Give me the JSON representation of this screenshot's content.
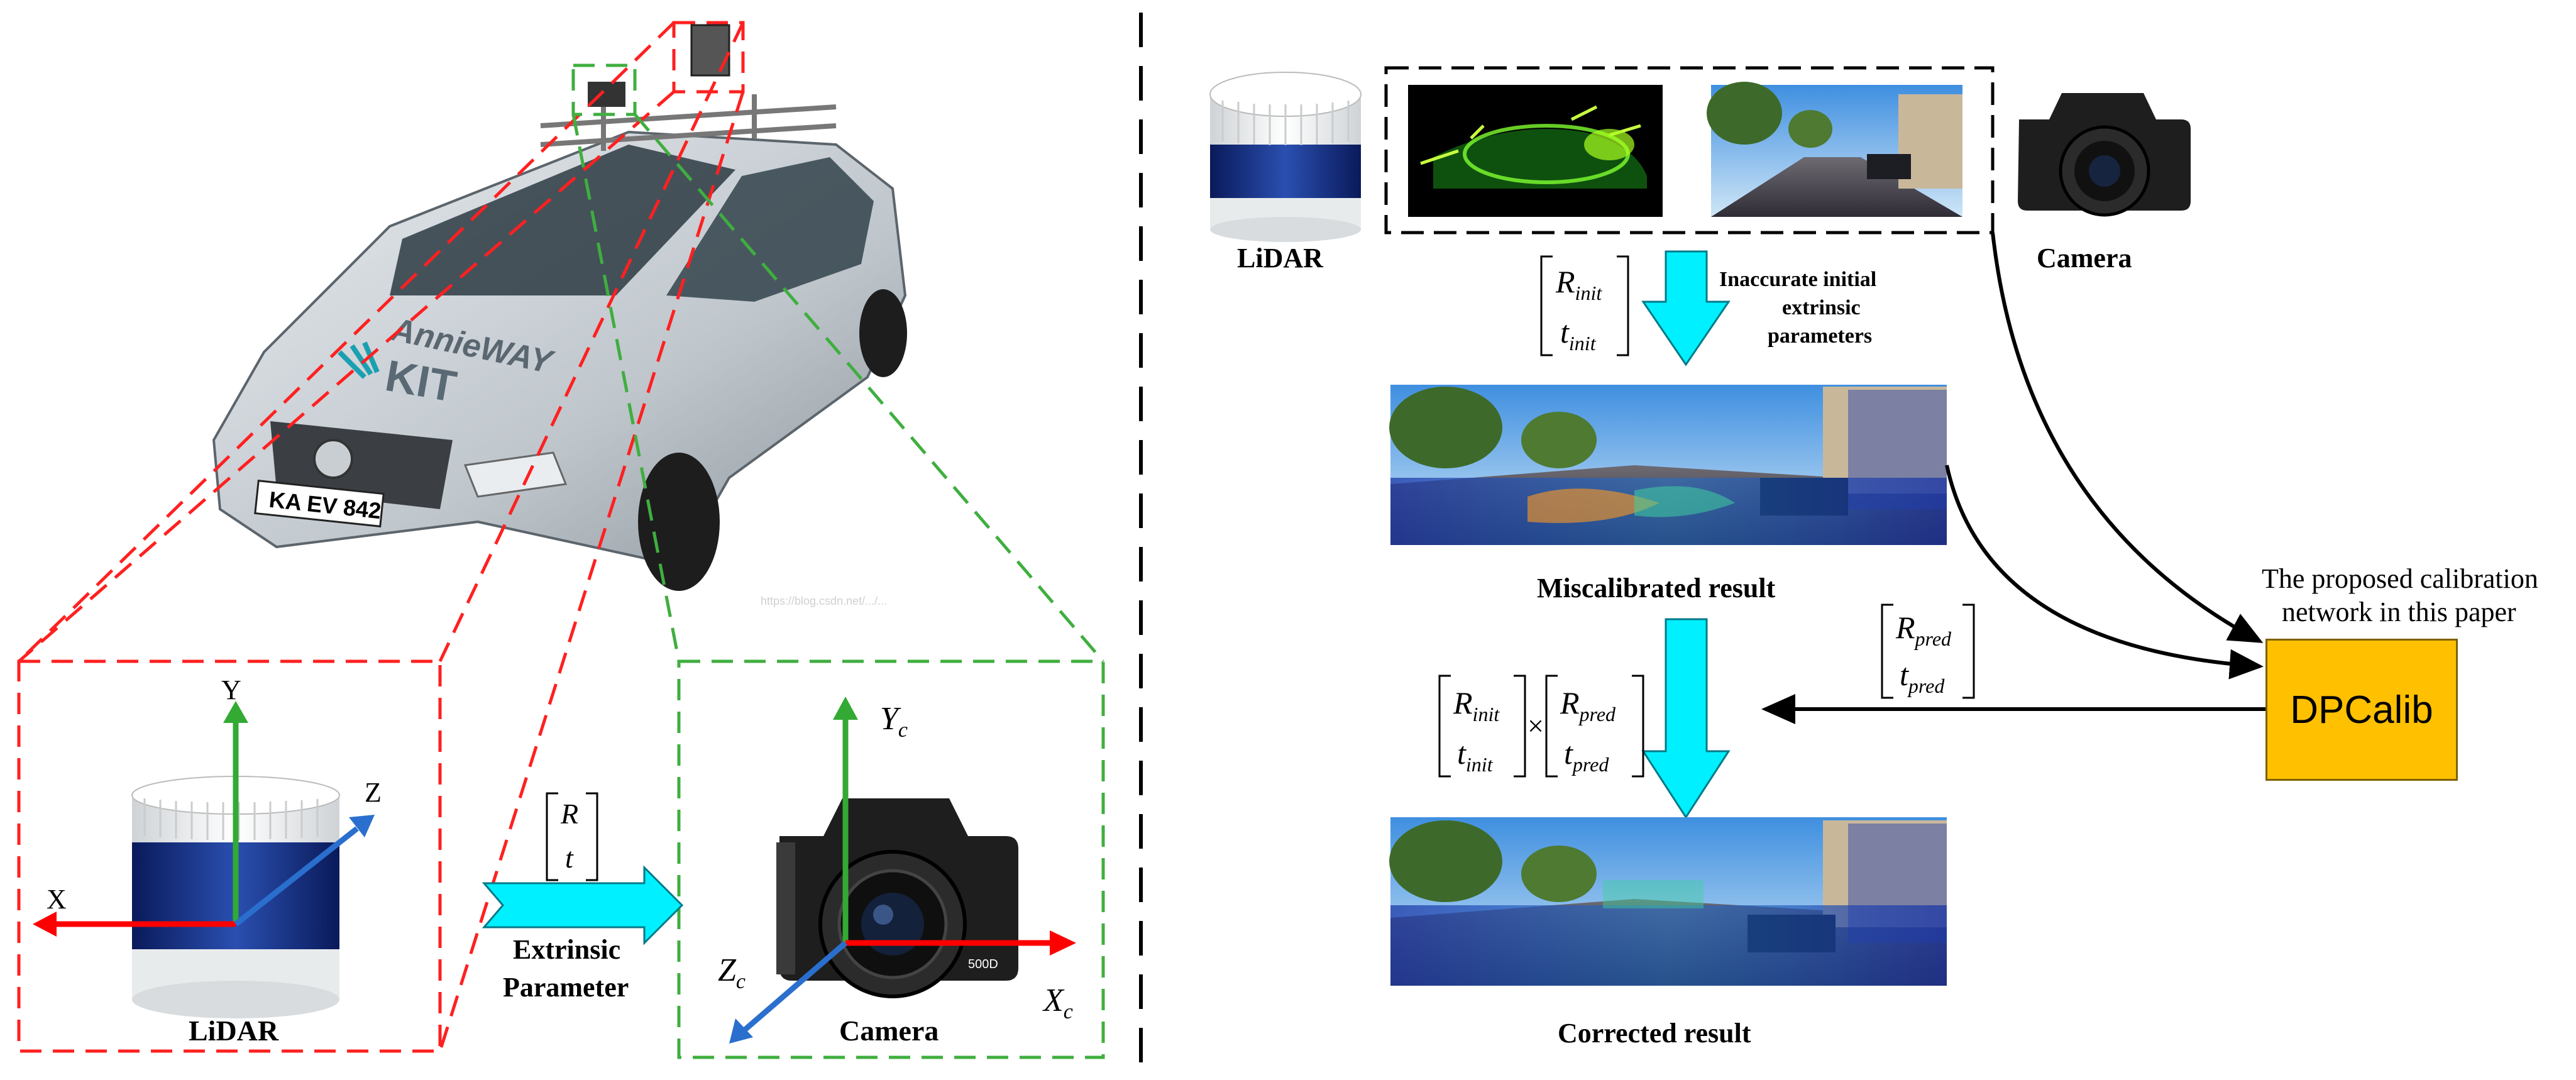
{
  "left_panel": {
    "car_plate": "KA EV 842",
    "car_brand_text": "AnnieWAY",
    "car_logo_text": "KIT",
    "watermark": "https://blog.csdn.net/.../...",
    "lidar_axes": {
      "x": "X",
      "y": "Y",
      "z": "Z"
    },
    "lidar_label": "LiDAR",
    "camera_axes": {
      "x": "X",
      "x_sub": "c",
      "y": "Y",
      "y_sub": "c",
      "z": "Z",
      "z_sub": "c"
    },
    "camera_label": "Camera",
    "camera_model": "500D",
    "matrix": {
      "top": "R",
      "bottom": "t"
    },
    "arrow_caption_line1": "Extrinsic",
    "arrow_caption_line2": "Parameter"
  },
  "right_panel": {
    "lidar_label": "LiDAR",
    "camera_label": "Camera",
    "init_matrix": {
      "top": "R",
      "top_sub": "init",
      "bottom": "t",
      "bottom_sub": "init"
    },
    "init_note": [
      "Inaccurate initial",
      "extrinsic",
      "parameters"
    ],
    "miscalibrated_label": "Miscalibrated result",
    "corrected_label": "Corrected result",
    "pred_matrix": {
      "top": "R",
      "top_sub": "pred",
      "bottom": "t",
      "bottom_sub": "pred"
    },
    "product": {
      "left_top": "R",
      "left_top_sub": "init",
      "left_bottom": "t",
      "left_bottom_sub": "init",
      "times": "×",
      "right_top": "R",
      "right_top_sub": "pred",
      "right_bottom": "t",
      "right_bottom_sub": "pred"
    },
    "network_note": [
      "The proposed calibration",
      "network in this paper"
    ],
    "network_name": "DPCalib"
  },
  "colors": {
    "red_dash": "#ff2020",
    "green_dash": "#3fae3f",
    "cyan_arrow": "#00f0ff",
    "axis_red": "#ff0000",
    "axis_green": "#33aa33",
    "axis_blue": "#2a6fce",
    "dpcalib_fill": "#ffc000"
  }
}
